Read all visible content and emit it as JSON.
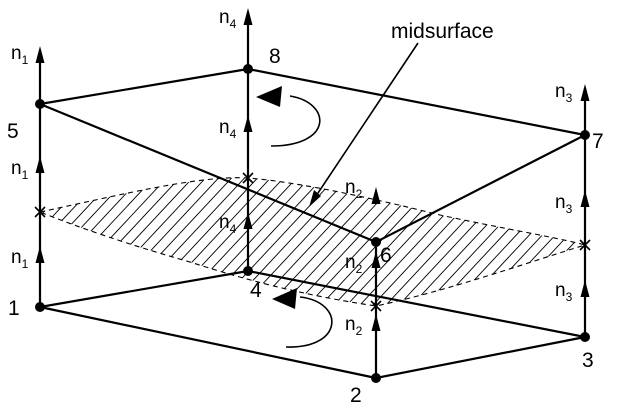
{
  "diagram": {
    "midsurface_label": "midsurface",
    "node_labels": [
      "1",
      "2",
      "3",
      "4",
      "5",
      "6",
      "7",
      "8"
    ],
    "normal_symbol": "n",
    "normal_subscripts": [
      "1",
      "2",
      "3",
      "4"
    ],
    "icons": [
      "rotation-arrow-icon",
      "cross-mark-icon",
      "arrowhead-icon"
    ]
  }
}
